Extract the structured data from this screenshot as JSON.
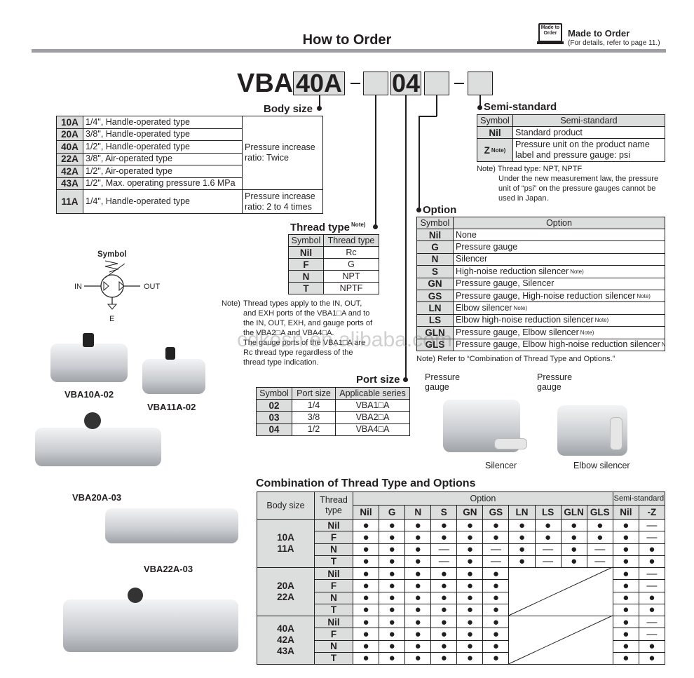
{
  "header": {
    "title": "How to Order",
    "made_to_order_badge": "Made to Order",
    "made_to_order": "Made to Order",
    "made_to_order_note": "(For details, refer to page 11.)"
  },
  "model_code": {
    "prefix": "VBA",
    "body_size": "40A",
    "port_size": "04",
    "dash": "–"
  },
  "body_size": {
    "title": "Body size",
    "rows": [
      {
        "symbol": "10A",
        "desc": "1/4\", Handle-operated type"
      },
      {
        "symbol": "20A",
        "desc": "3/8\", Handle-operated type"
      },
      {
        "symbol": "40A",
        "desc": "1/2\", Handle-operated type"
      },
      {
        "symbol": "22A",
        "desc": "3/8\", Air-operated type"
      },
      {
        "symbol": "42A",
        "desc": "1/2\", Air-operated type"
      },
      {
        "symbol": "43A",
        "desc": "1/2\", Max. operating pressure 1.6 MPa"
      },
      {
        "symbol": "11A",
        "desc": "1/4\", Handle-operated type"
      }
    ],
    "ratio_twice": "Pressure increase ratio: Twice",
    "ratio_2_4": "Pressure increase ratio: 2 to 4 times"
  },
  "thread_type": {
    "title": "Thread type",
    "title_note": "Note)",
    "headers": [
      "Symbol",
      "Thread type"
    ],
    "rows": [
      [
        "Nil",
        "Rc"
      ],
      [
        "F",
        "G"
      ],
      [
        "N",
        "NPT"
      ],
      [
        "T",
        "NPTF"
      ]
    ],
    "note_label": "Note)",
    "note_lines": [
      "Thread types apply to the IN, OUT,",
      "and EXH ports of the VBA1□A and to",
      "the IN, OUT, EXH, and gauge ports of",
      "the VBA2□A and VBA4□A.",
      "The gauge ports of the VBA1□A are",
      "Rc thread type regardless of the",
      "thread type indication."
    ]
  },
  "port_size": {
    "title": "Port size",
    "headers": [
      "Symbol",
      "Port size",
      "Applicable series"
    ],
    "rows": [
      [
        "02",
        "1/4",
        "VBA1□A"
      ],
      [
        "03",
        "3/8",
        "VBA2□A"
      ],
      [
        "04",
        "1/2",
        "VBA4□A"
      ]
    ]
  },
  "semi_standard": {
    "title": "Semi-standard",
    "headers": [
      "Symbol",
      "Semi-standard"
    ],
    "rows": [
      {
        "symbol": "Nil",
        "note": "",
        "desc": "Standard product"
      },
      {
        "symbol": "Z",
        "note": "Note)",
        "desc": "Pressure unit on the product name label and pressure gauge: psi"
      }
    ],
    "note_label": "Note)",
    "note_first": "Thread type: NPT, NPTF",
    "note_lines": [
      "Under the new measurement law, the pressure",
      "unit of “psi” on the pressure gauges cannot be",
      "used in Japan."
    ]
  },
  "option": {
    "title": "Option",
    "headers": [
      "Symbol",
      "Option"
    ],
    "rows": [
      {
        "symbol": "Nil",
        "desc": "None",
        "note": ""
      },
      {
        "symbol": "G",
        "desc": "Pressure gauge",
        "note": ""
      },
      {
        "symbol": "N",
        "desc": "Silencer",
        "note": ""
      },
      {
        "symbol": "S",
        "desc": "High-noise reduction silencer",
        "note": "Note)"
      },
      {
        "symbol": "GN",
        "desc": "Pressure gauge, Silencer",
        "note": ""
      },
      {
        "symbol": "GS",
        "desc": "Pressure gauge, High-noise reduction silencer",
        "note": "Note)"
      },
      {
        "symbol": "LN",
        "desc": "Elbow silencer",
        "note": "Note)"
      },
      {
        "symbol": "LS",
        "desc": "Elbow high-noise reduction silencer",
        "note": "Note)"
      },
      {
        "symbol": "GLN",
        "desc": "Pressure gauge, Elbow silencer",
        "note": "Note)"
      },
      {
        "symbol": "GLS",
        "desc": "Pressure gauge, Elbow high-noise reduction silencer",
        "note": "Note)"
      }
    ],
    "note": "Note) Refer to “Combination of Thread Type and Options.”"
  },
  "symbol_diagram": {
    "title": "Symbol",
    "in": "IN",
    "out": "OUT",
    "exh": "E"
  },
  "photos": {
    "captions": [
      "VBA10A-02",
      "VBA11A-02",
      "VBA20A-03",
      "VBA22A-03"
    ],
    "pressure_gauge_1": "Pressure gauge",
    "pressure_gauge_2": "Pressure gauge",
    "silencer": "Silencer",
    "elbow_silencer": "Elbow silencer"
  },
  "combination": {
    "title": "Combination of Thread Type and Options",
    "body_size_header": "Body size",
    "thread_type_header": "Thread type",
    "option_header": "Option",
    "semi_header": "Semi-standard",
    "columns": [
      "Nil",
      "G",
      "N",
      "S",
      "GN",
      "GS",
      "LN",
      "LS",
      "GLN",
      "GLS",
      "Nil",
      "-Z"
    ],
    "groups": [
      {
        "body_sizes": "10A\n11A",
        "rows": [
          {
            "thread": "Nil",
            "marks": [
              "●",
              "●",
              "●",
              "●",
              "●",
              "●",
              "●",
              "●",
              "●",
              "●",
              "●",
              "—"
            ]
          },
          {
            "thread": "F",
            "marks": [
              "●",
              "●",
              "●",
              "●",
              "●",
              "●",
              "●",
              "●",
              "●",
              "●",
              "●",
              "—"
            ]
          },
          {
            "thread": "N",
            "marks": [
              "●",
              "●",
              "●",
              "—",
              "●",
              "—",
              "●",
              "—",
              "●",
              "—",
              "●",
              "●"
            ]
          },
          {
            "thread": "T",
            "marks": [
              "●",
              "●",
              "●",
              "—",
              "●",
              "—",
              "●",
              "—",
              "●",
              "—",
              "●",
              "●"
            ]
          }
        ]
      },
      {
        "body_sizes": "20A\n22A",
        "rows": [
          {
            "thread": "Nil",
            "marks": [
              "●",
              "●",
              "●",
              "●",
              "●",
              "●",
              "",
              "",
              "",
              "",
              "●",
              "—"
            ]
          },
          {
            "thread": "F",
            "marks": [
              "●",
              "●",
              "●",
              "●",
              "●",
              "●",
              "",
              "",
              "",
              "",
              "●",
              "—"
            ]
          },
          {
            "thread": "N",
            "marks": [
              "●",
              "●",
              "●",
              "●",
              "●",
              "●",
              "",
              "",
              "",
              "",
              "●",
              "●"
            ]
          },
          {
            "thread": "T",
            "marks": [
              "●",
              "●",
              "●",
              "●",
              "●",
              "●",
              "",
              "",
              "",
              "",
              "●",
              "●"
            ]
          }
        ]
      },
      {
        "body_sizes": "40A\n42A\n43A",
        "rows": [
          {
            "thread": "Nil",
            "marks": [
              "●",
              "●",
              "●",
              "●",
              "●",
              "●",
              "",
              "",
              "",
              "",
              "●",
              "—"
            ]
          },
          {
            "thread": "F",
            "marks": [
              "●",
              "●",
              "●",
              "●",
              "●",
              "●",
              "",
              "",
              "",
              "",
              "●",
              "—"
            ]
          },
          {
            "thread": "N",
            "marks": [
              "●",
              "●",
              "●",
              "●",
              "●",
              "●",
              "",
              "",
              "",
              "",
              "●",
              "●"
            ]
          },
          {
            "thread": "T",
            "marks": [
              "●",
              "●",
              "●",
              "●",
              "●",
              "●",
              "",
              "",
              "",
              "",
              "●",
              "●"
            ]
          }
        ]
      }
    ]
  },
  "watermark": "cdkosn.en.alibaba.com",
  "colors": {
    "header_gray": "#dcdddd",
    "rule_gray": "#9d9fa2",
    "ink": "#231f20"
  }
}
